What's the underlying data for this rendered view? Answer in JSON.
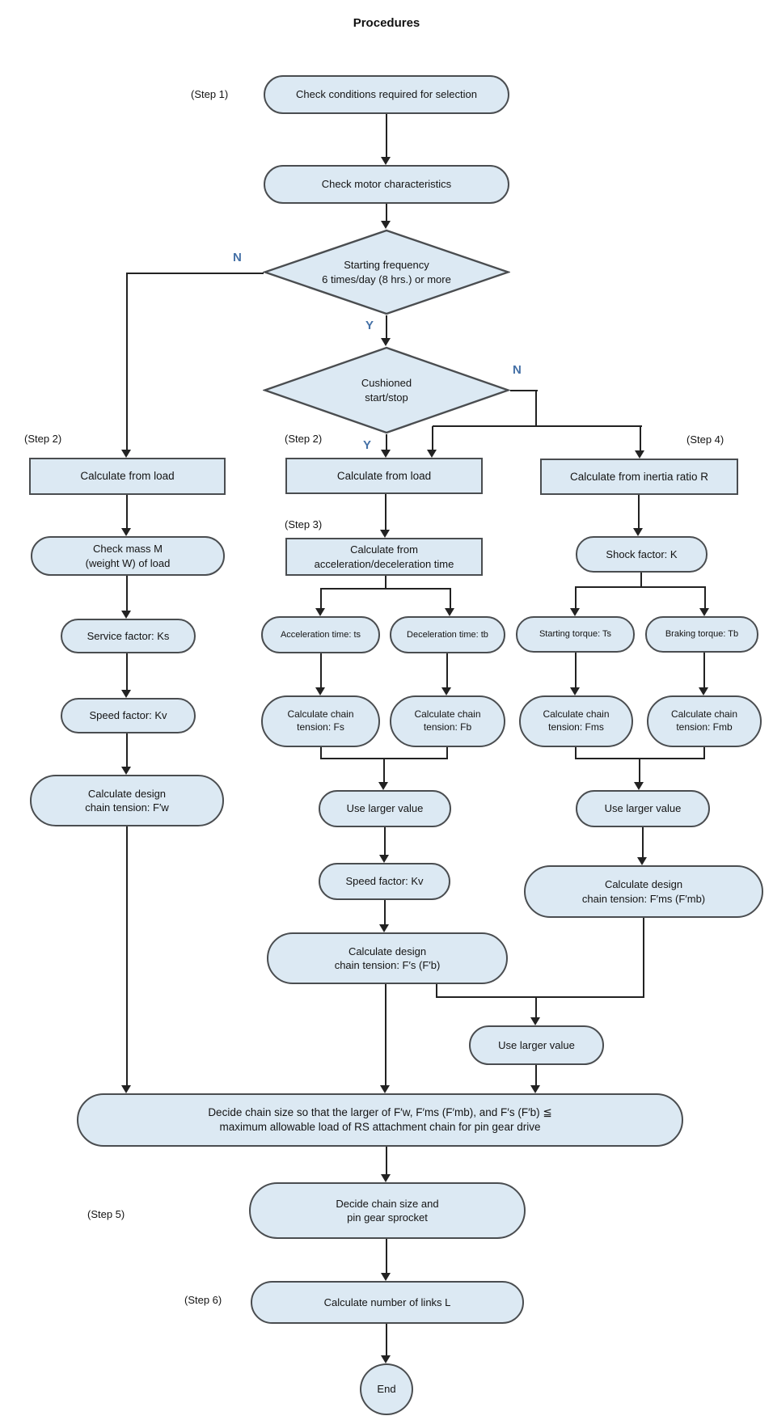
{
  "title": "Procedures",
  "colors": {
    "node_fill": "#dce9f3",
    "node_border": "#4a4d50",
    "line": "#222222",
    "branch_label": "#4470a6"
  },
  "steps": {
    "step1": "(Step 1)",
    "step2_left": "(Step 2)",
    "step2_mid": "(Step 2)",
    "step3": "(Step 3)",
    "step4": "(Step 4)",
    "step5": "(Step 5)",
    "step6": "(Step 6)"
  },
  "branches": {
    "freq_no": "N",
    "freq_yes": "Y",
    "cushion_yes": "Y",
    "cushion_no": "N"
  },
  "nodes": {
    "check_conditions": "Check conditions required for selection",
    "check_motor": "Check motor characteristics",
    "starting_frequency": [
      "Starting frequency",
      "6 times/day (8 hrs.) or more"
    ],
    "cushioned": [
      "Cushioned",
      "start/stop"
    ],
    "calc_load_left": "Calculate from load",
    "calc_load_mid": "Calculate from load",
    "calc_inertia": "Calculate from inertia ratio R",
    "check_mass": [
      "Check mass M",
      "(weight W) of load"
    ],
    "calc_accel": [
      "Calculate from",
      "acceleration/deceleration time"
    ],
    "shock_k": "Shock factor: K",
    "service_ks": "Service factor: Ks",
    "accel_ts": "Acceleration time: ts",
    "decel_tb": "Deceleration time: tb",
    "start_torque": "Starting torque: Ts",
    "brake_torque": "Braking torque: Tb",
    "speed_kv_left": "Speed factor: Kv",
    "fs": [
      "Calculate chain",
      "tension: Fs"
    ],
    "fb": [
      "Calculate chain",
      "tension: Fb"
    ],
    "fms": [
      "Calculate chain",
      "tension: Fms"
    ],
    "fmb": [
      "Calculate chain",
      "tension: Fmb"
    ],
    "design_fw": [
      "Calculate design",
      "chain tension: F′w"
    ],
    "use_larger_mid": "Use larger value",
    "use_larger_right": "Use larger value",
    "use_larger_bottom": "Use larger value",
    "speed_kv_mid": "Speed factor: Kv",
    "design_fs": [
      "Calculate design",
      "chain tension: F′s (F′b)"
    ],
    "design_fms": [
      "Calculate design",
      "chain tension: F′ms (F′mb)"
    ],
    "decide": [
      "Decide chain size so that the larger of F′w, F′ms (F′mb), and F′s (F′b) ≦",
      "maximum allowable load of RS attachment chain for pin gear drive"
    ],
    "decide_sprocket": [
      "Decide chain size and",
      "pin gear sprocket"
    ],
    "calc_links": "Calculate number of links L",
    "end": "End"
  }
}
